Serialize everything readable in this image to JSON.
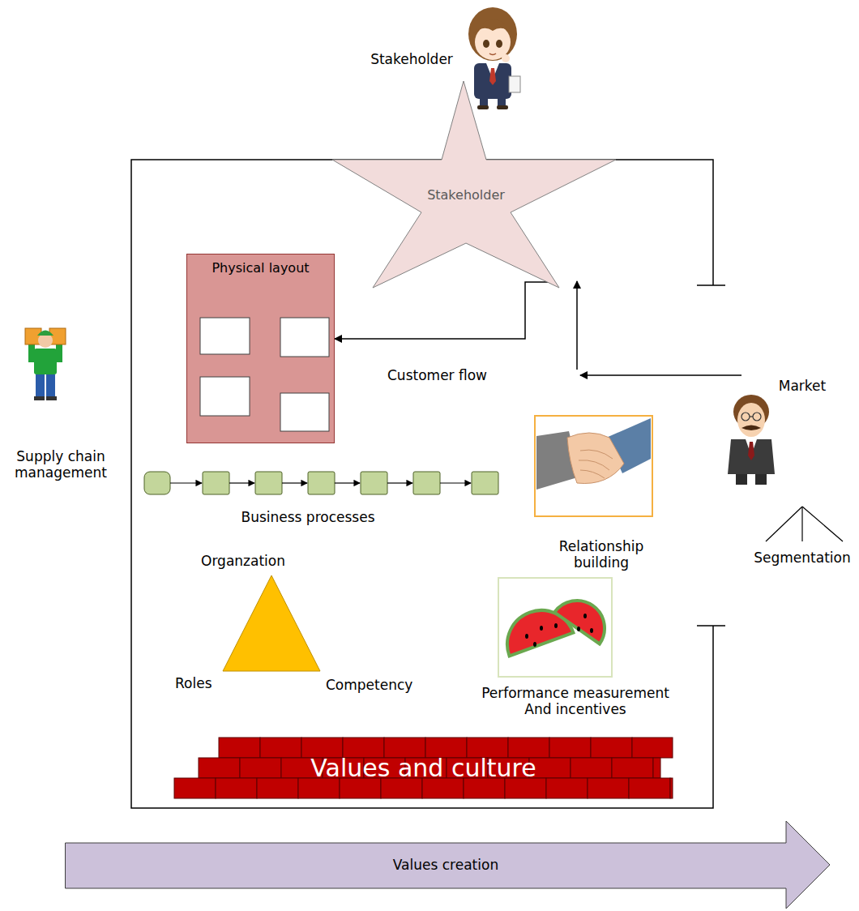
{
  "diagram": {
    "nodes": [
      {
        "text": [
          "Stakeholder"
        ]
      },
      {
        "text": [
          "Physical layout"
        ]
      },
      {
        "text": [
          "Values and culture"
        ]
      },
      {
        "text": [
          "Values creation"
        ]
      }
    ],
    "edges": [
      {
        "from": 0,
        "to": 1,
        "arrow": "to"
      }
    ],
    "labels": [
      "Stakeholder",
      "Supply chain management",
      "Customer flow",
      "Business processes",
      "Relationship building",
      "Organzation",
      "Roles",
      "Competency",
      "Performance measurement And incentives",
      "Market",
      "Segmentation"
    ]
  }
}
